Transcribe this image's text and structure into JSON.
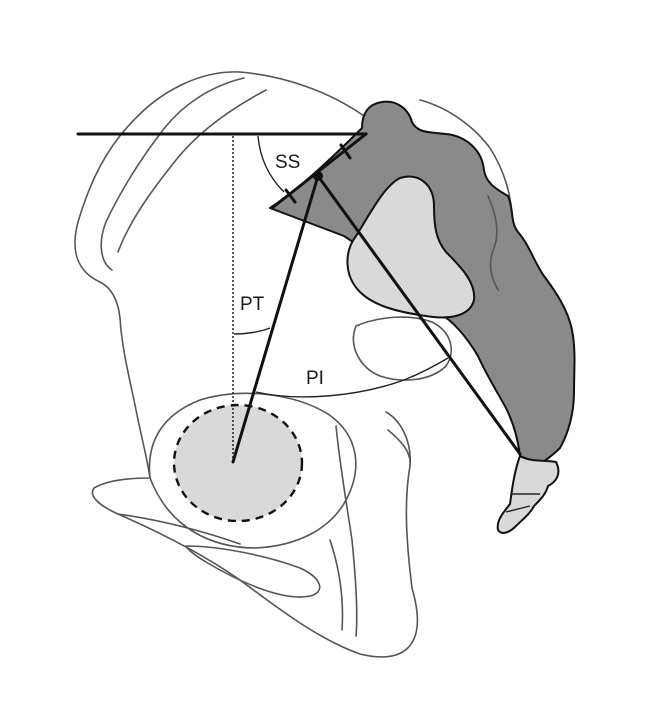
{
  "labels": {
    "sacral_slope": "SS",
    "pelvic_tilt": "PT",
    "pelvic_incidence": "PI"
  },
  "colors": {
    "background": "#ffffff",
    "bone_outline": "#555555",
    "sacrum_fill": "#8a8a8a",
    "s1_body_fill": "#d9d9d9",
    "femoral_head_fill": "#d9d9d9",
    "measurement_lines": "#111111"
  }
}
